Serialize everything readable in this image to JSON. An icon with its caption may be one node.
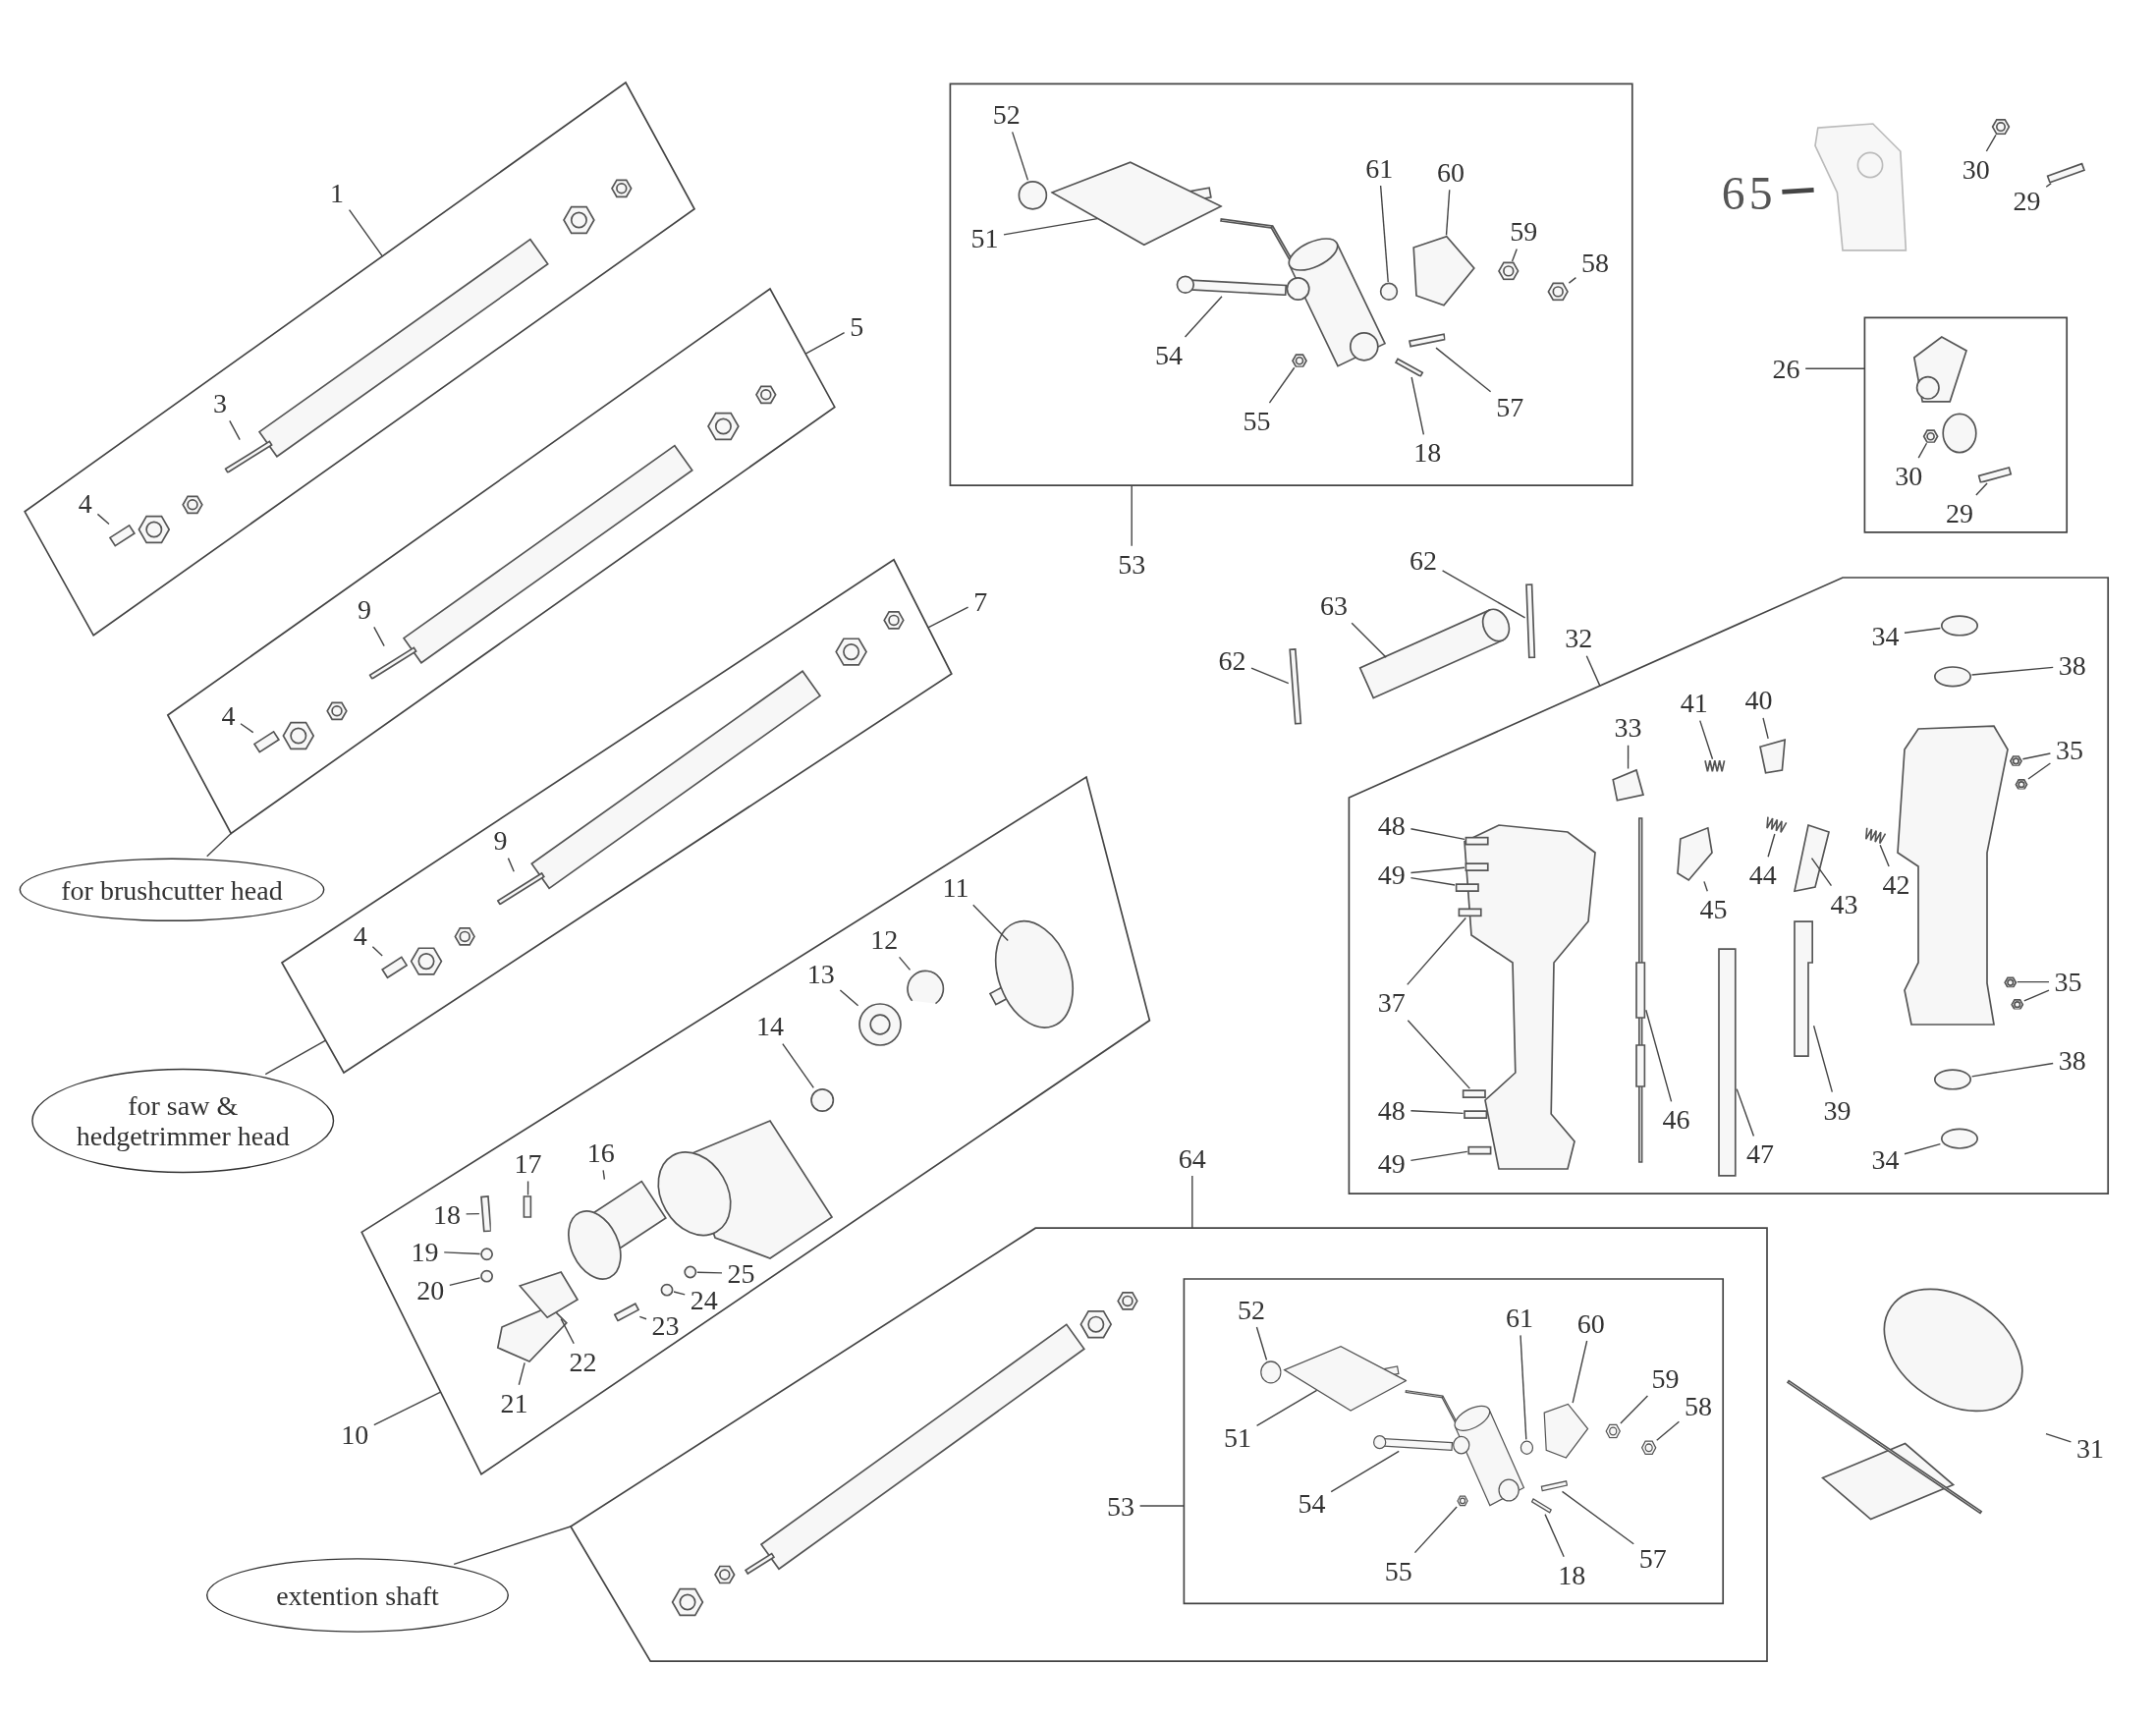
{
  "diagram": {
    "nodes": [
      {
        "text": [],
        "shape": "box"
      },
      {
        "text": [
          "1"
        ]
      },
      {
        "text": [
          "3"
        ],
        "in": 0
      },
      {
        "text": [
          "4"
        ],
        "in": 0
      },
      {
        "text": [],
        "shape": "box"
      },
      {
        "text": [
          "5"
        ]
      },
      {
        "text": [
          "9"
        ],
        "in": 4
      },
      {
        "text": [
          "4"
        ],
        "in": 4
      },
      {
        "text": [
          "for brushcutter head"
        ]
      },
      {
        "text": [],
        "shape": "box"
      },
      {
        "text": [
          "7"
        ]
      },
      {
        "text": [
          "9"
        ],
        "in": 9
      },
      {
        "text": [
          "4"
        ],
        "in": 9
      },
      {
        "text": [
          "for saw & hedgetrimmer head"
        ]
      },
      {
        "text": [],
        "shape": "box"
      },
      {
        "text": [
          "10"
        ]
      },
      {
        "text": [
          "11"
        ],
        "in": 14
      },
      {
        "text": [
          "12"
        ],
        "in": 14
      },
      {
        "text": [
          "13"
        ],
        "in": 14
      },
      {
        "text": [
          "14"
        ],
        "in": 14
      },
      {
        "text": [
          "16"
        ],
        "in": 14
      },
      {
        "text": [
          "17"
        ],
        "in": 14
      },
      {
        "text": [
          "18"
        ],
        "in": 14
      },
      {
        "text": [
          "19"
        ],
        "in": 14
      },
      {
        "text": [
          "20"
        ],
        "in": 14
      },
      {
        "text": [
          "21"
        ],
        "in": 14
      },
      {
        "text": [
          "22"
        ],
        "in": 14
      },
      {
        "text": [
          "23"
        ],
        "in": 14
      },
      {
        "text": [
          "24"
        ],
        "in": 14
      },
      {
        "text": [
          "25"
        ],
        "in": 14
      },
      {
        "text": [],
        "shape": "box"
      },
      {
        "text": [
          "64"
        ]
      },
      {
        "text": [],
        "shape": "box",
        "in": 30
      },
      {
        "text": [
          "53"
        ],
        "in": 30
      },
      {
        "text": [
          "52"
        ],
        "in": 32
      },
      {
        "text": [
          "51"
        ],
        "in": 32
      },
      {
        "text": [
          "61"
        ],
        "in": 32
      },
      {
        "text": [
          "60"
        ],
        "in": 32
      },
      {
        "text": [
          "59"
        ],
        "in": 32
      },
      {
        "text": [
          "58"
        ],
        "in": 32
      },
      {
        "text": [
          "54"
        ],
        "in": 32
      },
      {
        "text": [
          "55"
        ],
        "in": 32
      },
      {
        "text": [
          "18"
        ],
        "in": 32
      },
      {
        "text": [
          "57"
        ],
        "in": 32
      },
      {
        "text": [
          "extention shaft"
        ]
      },
      {
        "text": [],
        "shape": "box"
      },
      {
        "text": [
          "53"
        ]
      },
      {
        "text": [
          "52"
        ],
        "in": 45
      },
      {
        "text": [
          "51"
        ],
        "in": 45
      },
      {
        "text": [
          "61"
        ],
        "in": 45
      },
      {
        "text": [
          "60"
        ],
        "in": 45
      },
      {
        "text": [
          "59"
        ],
        "in": 45
      },
      {
        "text": [
          "58"
        ],
        "in": 45
      },
      {
        "text": [
          "54"
        ],
        "in": 45
      },
      {
        "text": [
          "55"
        ],
        "in": 45
      },
      {
        "text": [
          "18"
        ],
        "in": 45
      },
      {
        "text": [
          "57"
        ],
        "in": 45
      },
      {
        "text": [
          "65"
        ]
      },
      {
        "text": [
          "30"
        ]
      },
      {
        "text": [
          "29"
        ]
      },
      {
        "text": [],
        "shape": "box"
      },
      {
        "text": [
          "26"
        ]
      },
      {
        "text": [
          "30"
        ],
        "in": 60
      },
      {
        "text": [
          "29"
        ],
        "in": 60
      },
      {
        "text": [
          "62"
        ]
      },
      {
        "text": [
          "63"
        ]
      },
      {
        "text": [
          "62"
        ]
      },
      {
        "text": [],
        "shape": "box"
      },
      {
        "text": [
          "32"
        ]
      },
      {
        "text": [
          "34"
        ],
        "in": 67
      },
      {
        "text": [
          "38"
        ],
        "in": 67
      },
      {
        "text": [
          "33"
        ],
        "in": 67
      },
      {
        "text": [
          "41"
        ],
        "in": 67
      },
      {
        "text": [
          "40"
        ],
        "in": 67
      },
      {
        "text": [
          "35"
        ],
        "in": 67
      },
      {
        "text": [
          "48"
        ],
        "in": 67
      },
      {
        "text": [
          "49"
        ],
        "in": 67
      },
      {
        "text": [
          "45"
        ],
        "in": 67
      },
      {
        "text": [
          "44"
        ],
        "in": 67
      },
      {
        "text": [
          "43"
        ],
        "in": 67
      },
      {
        "text": [
          "42"
        ],
        "in": 67
      },
      {
        "text": [
          "35"
        ],
        "in": 67
      },
      {
        "text": [
          "37"
        ],
        "in": 67
      },
      {
        "text": [
          "38"
        ],
        "in": 67
      },
      {
        "text": [
          "46"
        ],
        "in": 67
      },
      {
        "text": [
          "39"
        ],
        "in": 67
      },
      {
        "text": [
          "47"
        ],
        "in": 67
      },
      {
        "text": [
          "48"
        ],
        "in": 67
      },
      {
        "text": [
          "34"
        ],
        "in": 67
      },
      {
        "text": [
          "49"
        ],
        "in": 67
      },
      {
        "text": [
          "31"
        ]
      },
      {
        "text": [],
        "shape": "picture"
      },
      {
        "text": [],
        "shape": "bar",
        "in": 0
      },
      {
        "text": [],
        "shape": "bar",
        "in": 0
      },
      {
        "text": [],
        "shape": "bar",
        "in": 4
      },
      {
        "text": [],
        "shape": "bar",
        "in": 4
      },
      {
        "text": [],
        "shape": "bar",
        "in": 9
      },
      {
        "text": [],
        "shape": "bar",
        "in": 9
      },
      {
        "text": [],
        "shape": "picture",
        "in": 14
      },
      {
        "text": [],
        "shape": "circle",
        "in": 14
      },
      {
        "text": [],
        "shape": "circle",
        "in": 14
      },
      {
        "text": [],
        "shape": "circle",
        "in": 14
      },
      {
        "text": [],
        "shape": "picture",
        "in": 14
      },
      {
        "text": [],
        "shape": "bar",
        "in": 14
      },
      {
        "text": [],
        "shape": "bar",
        "in": 14
      },
      {
        "text": [],
        "shape": "circle",
        "in": 14
      },
      {
        "text": [],
        "shape": "circle",
        "in": 14
      },
      {
        "text": [],
        "shape": "picture",
        "in": 14
      },
      {
        "text": [],
        "shape": "picture",
        "in": 14
      },
      {
        "text": [],
        "shape": "bar",
        "in": 14
      },
      {
        "text": [],
        "shape": "circle",
        "in": 14
      },
      {
        "text": [],
        "shape": "circle",
        "in": 14
      },
      {
        "text": [],
        "shape": "circle",
        "in": 32
      },
      {
        "text": [],
        "shape": "picture",
        "in": 32
      },
      {
        "text": [],
        "shape": "circle",
        "in": 32
      },
      {
        "text": [],
        "shape": "picture",
        "in": 32
      },
      {
        "text": [],
        "shape": "picture",
        "in": 32
      },
      {
        "text": [],
        "shape": "picture",
        "in": 32
      },
      {
        "text": [],
        "shape": "bar",
        "in": 32
      },
      {
        "text": [],
        "shape": "picture",
        "in": 32
      },
      {
        "text": [],
        "shape": "bar",
        "in": 32
      },
      {
        "text": [],
        "shape": "bar",
        "in": 32
      },
      {
        "text": [],
        "shape": "circle",
        "in": 45
      },
      {
        "text": [],
        "shape": "picture",
        "in": 45
      },
      {
        "text": [],
        "shape": "circle",
        "in": 45
      },
      {
        "text": [],
        "shape": "picture",
        "in": 45
      },
      {
        "text": [],
        "shape": "picture",
        "in": 45
      },
      {
        "text": [],
        "shape": "picture",
        "in": 45
      },
      {
        "text": [],
        "shape": "bar",
        "in": 45
      },
      {
        "text": [],
        "shape": "picture",
        "in": 45
      },
      {
        "text": [],
        "shape": "bar",
        "in": 45
      },
      {
        "text": [],
        "shape": "bar",
        "in": 45
      },
      {
        "text": [],
        "shape": "picture"
      },
      {
        "text": [],
        "shape": "bar"
      },
      {
        "text": [],
        "shape": "picture",
        "in": 60
      },
      {
        "text": [],
        "shape": "bar",
        "in": 60
      },
      {
        "text": [],
        "shape": "bar"
      },
      {
        "text": [],
        "shape": "picture"
      },
      {
        "text": [],
        "shape": "bar"
      },
      {
        "text": [],
        "shape": "circle",
        "in": 67
      },
      {
        "text": [],
        "shape": "circle",
        "in": 67
      },
      {
        "text": [],
        "shape": "picture",
        "in": 67
      },
      {
        "text": [],
        "shape": "picture",
        "in": 67
      },
      {
        "text": [],
        "shape": "picture",
        "in": 67
      },
      {
        "text": [],
        "shape": "picture",
        "in": 67
      },
      {
        "text": [],
        "shape": "picture",
        "in": 67
      },
      {
        "text": [],
        "shape": "bar",
        "in": 67
      },
      {
        "text": [],
        "shape": "bar",
        "in": 67
      },
      {
        "text": [],
        "shape": "bar",
        "in": 67
      },
      {
        "text": [],
        "shape": "picture",
        "in": 67
      },
      {
        "text": [],
        "shape": "picture",
        "in": 67
      },
      {
        "text": [],
        "shape": "picture",
        "in": 67
      },
      {
        "text": [],
        "shape": "picture",
        "in": 67
      },
      {
        "text": [],
        "shape": "picture",
        "in": 67
      },
      {
        "text": [],
        "shape": "picture",
        "in": 67
      },
      {
        "text": [],
        "shape": "bar",
        "in": 67
      },
      {
        "text": [],
        "shape": "bar",
        "in": 67
      },
      {
        "text": [],
        "shape": "circle",
        "in": 67
      },
      {
        "text": [],
        "shape": "picture",
        "in": 67
      },
      {
        "text": [],
        "shape": "bar",
        "in": 67
      },
      {
        "text": [],
        "shape": "bar",
        "in": 67
      },
      {
        "text": [],
        "shape": "bar",
        "in": 67
      },
      {
        "text": [],
        "shape": "circle",
        "in": 67
      },
      {
        "text": [],
        "shape": "bar",
        "in": 67
      },
      {
        "text": [],
        "shape": "picture"
      }
    ],
    "edges": [
      {
        "from": 1,
        "to": 0,
        "arrow": "none"
      },
      {
        "from": 2,
        "to": 92,
        "arrow": "none"
      },
      {
        "from": 3,
        "to": 93,
        "arrow": "none"
      },
      {
        "from": 5,
        "to": 4,
        "arrow": "none"
      },
      {
        "from": 6,
        "to": 94,
        "arrow": "none"
      },
      {
        "from": 7,
        "to": 95,
        "arrow": "none"
      },
      {
        "from": 8,
        "to": 4,
        "arrow": "none"
      },
      {
        "from": 10,
        "to": 9,
        "arrow": "none"
      },
      {
        "from": 11,
        "to": 96,
        "arrow": "none"
      },
      {
        "from": 12,
        "to": 97,
        "arrow": "none"
      },
      {
        "from": 13,
        "to": 9,
        "arrow": "none"
      },
      {
        "from": 15,
        "to": 14,
        "arrow": "none"
      },
      {
        "from": 16,
        "to": 98,
        "arrow": "none"
      },
      {
        "from": 17,
        "to": 99,
        "arrow": "none"
      },
      {
        "from": 18,
        "to": 100,
        "arrow": "none"
      },
      {
        "from": 19,
        "to": 101,
        "arrow": "none"
      },
      {
        "from": 20,
        "to": 102,
        "arrow": "none"
      },
      {
        "from": 21,
        "to": 103,
        "arrow": "none"
      },
      {
        "from": 22,
        "to": 104,
        "arrow": "none"
      },
      {
        "from": 23,
        "to": 105,
        "arrow": "none"
      },
      {
        "from": 24,
        "to": 106,
        "arrow": "none"
      },
      {
        "from": 25,
        "to": 107,
        "arrow": "none"
      },
      {
        "from": 26,
        "to": 108,
        "arrow": "none"
      },
      {
        "from": 27,
        "to": 109,
        "arrow": "none"
      },
      {
        "from": 28,
        "to": 110,
        "arrow": "none"
      },
      {
        "from": 29,
        "to": 111,
        "arrow": "none"
      },
      {
        "from": 31,
        "to": 30,
        "arrow": "none"
      },
      {
        "from": 33,
        "to": 32,
        "arrow": "none"
      },
      {
        "from": 34,
        "to": 112,
        "arrow": "none"
      },
      {
        "from": 35,
        "to": 113,
        "arrow": "none"
      },
      {
        "from": 36,
        "to": 114,
        "arrow": "none"
      },
      {
        "from": 37,
        "to": 115,
        "arrow": "none"
      },
      {
        "from": 38,
        "to": 116,
        "arrow": "none"
      },
      {
        "from": 39,
        "to": 117,
        "arrow": "none"
      },
      {
        "from": 40,
        "to": 118,
        "arrow": "none"
      },
      {
        "from": 41,
        "to": 119,
        "arrow": "none"
      },
      {
        "from": 42,
        "to": 121,
        "arrow": "none"
      },
      {
        "from": 43,
        "to": 120,
        "arrow": "none"
      },
      {
        "from": 44,
        "to": 30,
        "arrow": "none"
      },
      {
        "from": 46,
        "to": 45,
        "arrow": "none"
      },
      {
        "from": 47,
        "to": 122,
        "arrow": "none"
      },
      {
        "from": 48,
        "to": 123,
        "arrow": "none"
      },
      {
        "from": 49,
        "to": 124,
        "arrow": "none"
      },
      {
        "from": 50,
        "to": 125,
        "arrow": "none"
      },
      {
        "from": 51,
        "to": 126,
        "arrow": "none"
      },
      {
        "from": 52,
        "to": 127,
        "arrow": "none"
      },
      {
        "from": 53,
        "to": 128,
        "arrow": "none"
      },
      {
        "from": 54,
        "to": 129,
        "arrow": "none"
      },
      {
        "from": 55,
        "to": 131,
        "arrow": "none"
      },
      {
        "from": 56,
        "to": 130,
        "arrow": "none"
      },
      {
        "from": 57,
        "to": 91,
        "arrow": "none",
        "style": "thick"
      },
      {
        "from": 58,
        "to": 132,
        "arrow": "none"
      },
      {
        "from": 59,
        "to": 133,
        "arrow": "none"
      },
      {
        "from": 61,
        "to": 60,
        "arrow": "none"
      },
      {
        "from": 62,
        "to": 134,
        "arrow": "none"
      },
      {
        "from": 63,
        "to": 135,
        "arrow": "none"
      },
      {
        "from": 64,
        "to": 136,
        "arrow": "none"
      },
      {
        "from": 65,
        "to": 137,
        "arrow": "none"
      },
      {
        "from": 66,
        "to": 138,
        "arrow": "none"
      },
      {
        "from": 68,
        "to": 67,
        "arrow": "none"
      },
      {
        "from": 69,
        "to": 139,
        "arrow": "none"
      },
      {
        "from": 70,
        "to": 140,
        "arrow": "none"
      },
      {
        "from": 71,
        "to": 141,
        "arrow": "none"
      },
      {
        "from": 72,
        "to": 142,
        "arrow": "none"
      },
      {
        "from": 73,
        "to": 143,
        "arrow": "none"
      },
      {
        "from": 74,
        "to": 144,
        "arrow": "none"
      },
      {
        "from": 74,
        "to": 145,
        "arrow": "none"
      },
      {
        "from": 75,
        "to": 146,
        "arrow": "none"
      },
      {
        "from": 76,
        "to": 147,
        "arrow": "none"
      },
      {
        "from": 76,
        "to": 148,
        "arrow": "none"
      },
      {
        "from": 77,
        "to": 149,
        "arrow": "none"
      },
      {
        "from": 78,
        "to": 150,
        "arrow": "none"
      },
      {
        "from": 79,
        "to": 151,
        "arrow": "none"
      },
      {
        "from": 80,
        "to": 152,
        "arrow": "none"
      },
      {
        "from": 81,
        "to": 153,
        "arrow": "none"
      },
      {
        "from": 81,
        "to": 154,
        "arrow": "none"
      },
      {
        "from": 82,
        "to": 155,
        "arrow": "none"
      },
      {
        "from": 82,
        "to": 156,
        "arrow": "none"
      },
      {
        "from": 83,
        "to": 157,
        "arrow": "none"
      },
      {
        "from": 84,
        "to": 158,
        "arrow": "none"
      },
      {
        "from": 85,
        "to": 159,
        "arrow": "none"
      },
      {
        "from": 86,
        "to": 160,
        "arrow": "none"
      },
      {
        "from": 87,
        "to": 161,
        "arrow": "none"
      },
      {
        "from": 88,
        "to": 162,
        "arrow": "none"
      },
      {
        "from": 89,
        "to": 163,
        "arrow": "none"
      },
      {
        "from": 90,
        "to": 164,
        "arrow": "none"
      }
    ]
  }
}
